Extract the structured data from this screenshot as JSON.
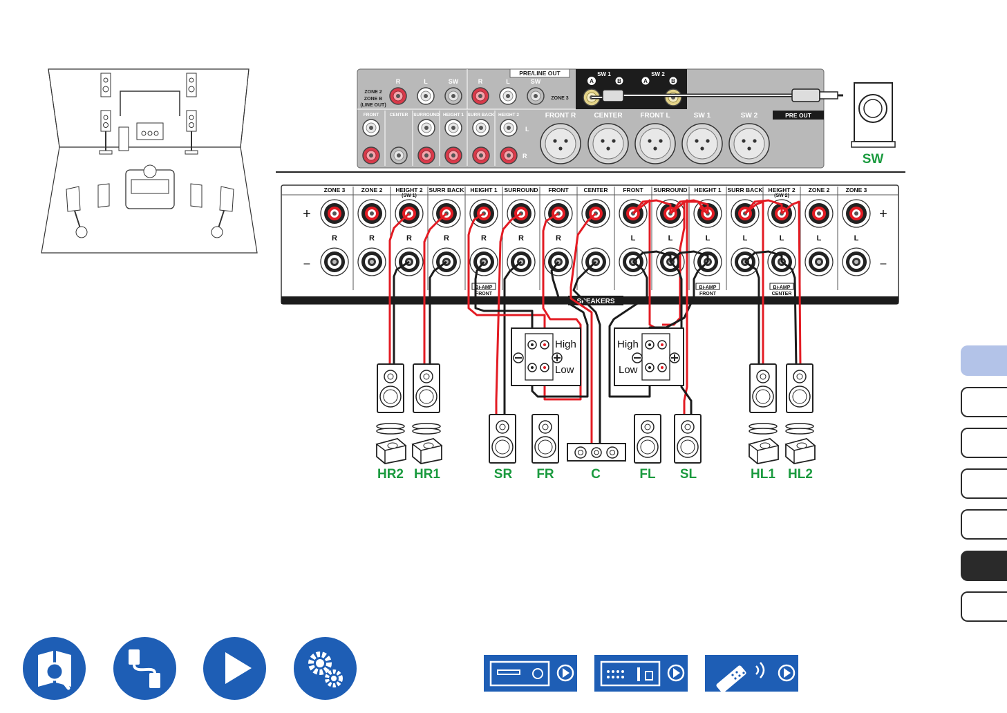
{
  "colors": {
    "accent_blue": "#1e5eb5",
    "label_green": "#1a9a3e",
    "wire_red": "#e31b23",
    "tab_light": "#b3c3e8",
    "tab_dark": "#2a2a2a"
  },
  "preout_panel": {
    "section_title": "PRE/LINE OUT",
    "zone2_label": "ZONE 2",
    "zoneb_label": "ZONE B",
    "lineout_label": "(LINE OUT)",
    "zone3_label": "ZONE 3",
    "top_jacks": [
      "R",
      "L",
      "SW",
      "R",
      "L",
      "SW"
    ],
    "bottom_headers": [
      "FRONT",
      "CENTER",
      "SURROUND",
      "HEIGHT 1",
      "SURR BACK",
      "HEIGHT 2"
    ],
    "side_l": "L",
    "side_r": "R",
    "sw1": "SW 1",
    "sw2": "SW 2",
    "port_a": "A",
    "port_b": "B",
    "xlr_labels": [
      "FRONT R",
      "CENTER",
      "FRONT L",
      "SW 1",
      "SW 2"
    ],
    "pre_out": "PRE OUT"
  },
  "subwoofer_label": "SW",
  "speakers_panel": {
    "headers": [
      "ZONE 3",
      "ZONE 2",
      "HEIGHT 2",
      "SURR BACK",
      "HEIGHT 1",
      "SURROUND",
      "FRONT",
      "CENTER",
      "FRONT",
      "SURROUND",
      "HEIGHT 1",
      "SURR BACK",
      "HEIGHT 2",
      "ZONE 2",
      "ZONE 3"
    ],
    "subheader_sw1": "(SW 1)",
    "subheader_sw2": "(SW 2)",
    "channel_letters": [
      "R",
      "R",
      "R",
      "R",
      "R",
      "R",
      "R",
      "",
      "L",
      "L",
      "L",
      "L",
      "L",
      "L",
      "L"
    ],
    "plus": "+",
    "minus": "–",
    "biamp": "Bi-AMP",
    "biamp_front": "FRONT",
    "biamp_center": "CENTER",
    "bar_title": "SPEAKERS"
  },
  "biamp_speaker": {
    "high": "High",
    "low": "Low"
  },
  "speaker_labels": [
    "HR2",
    "HR1",
    "SR",
    "FR",
    "C",
    "FL",
    "SL",
    "HL1",
    "HL2"
  ]
}
